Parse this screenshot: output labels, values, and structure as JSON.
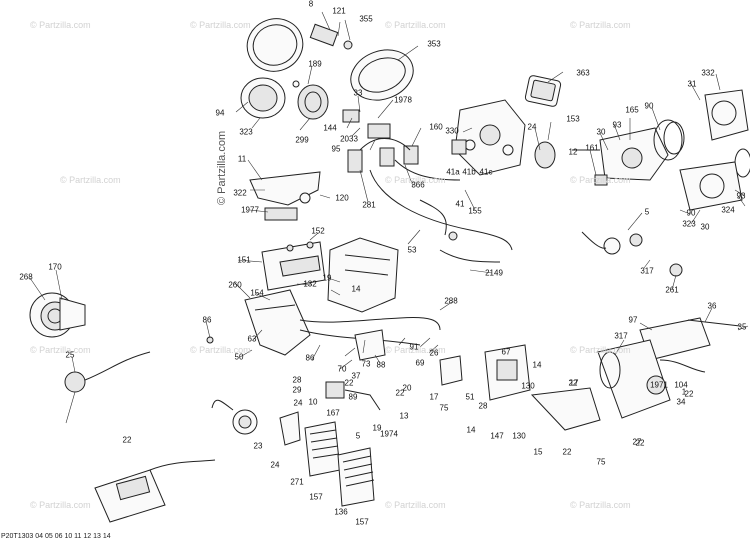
{
  "watermark": "© Partzilla.com",
  "drawing_code": "P20T1303 04 05 06 10 11 12 13 14",
  "callouts": [
    "8",
    "121",
    "355",
    "353",
    "189",
    "94",
    "323",
    "299",
    "363",
    "332",
    "31",
    "33",
    "1978",
    "144",
    "2033",
    "95",
    "160",
    "330",
    "24",
    "153",
    "12",
    "90",
    "165",
    "93",
    "30",
    "161",
    "11",
    "322",
    "120",
    "281",
    "366",
    "41a",
    "41b",
    "41c",
    "41",
    "155",
    "1977",
    "152",
    "53",
    "5",
    "324",
    "323",
    "30",
    "93",
    "90",
    "151",
    "2149",
    "268",
    "170",
    "260",
    "154",
    "132",
    "19",
    "14",
    "25",
    "317",
    "261",
    "86",
    "288",
    "97",
    "36",
    "35",
    "86",
    "63",
    "50",
    "317",
    "104",
    "91",
    "26",
    "70",
    "88",
    "37",
    "73",
    "69",
    "28",
    "29",
    "24",
    "10",
    "167",
    "89",
    "20",
    "13",
    "34",
    "22",
    "1",
    "27",
    "22",
    "5",
    "19",
    "1974",
    "23",
    "24",
    "271",
    "157",
    "17",
    "22",
    "136",
    "157",
    "17",
    "75",
    "51",
    "28",
    "14",
    "147",
    "67",
    "14",
    "130",
    "130",
    "15",
    "22",
    "75",
    "1971",
    "22",
    "22",
    "22",
    "92"
  ]
}
